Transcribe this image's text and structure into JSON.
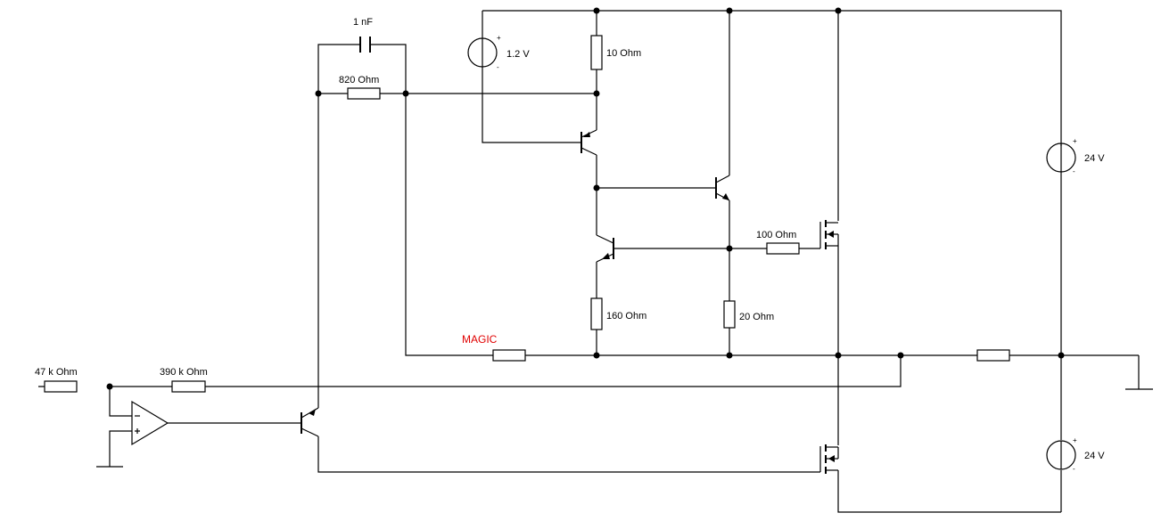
{
  "labels": {
    "cap_1nf": "1 nF",
    "r_820": "820  Ohm",
    "v_1v2": "1.2 V",
    "r_10": "10  Ohm",
    "v_24_top": "24 V",
    "r_100": "100  Ohm",
    "r_160": "160  Ohm",
    "r_20": "20  Ohm",
    "magic": "MAGIC",
    "r_47k": "47 k Ohm",
    "r_390k": "390 k Ohm",
    "v_24_bottom": "24 V"
  },
  "polarity": {
    "plus": "+",
    "minus": "-"
  },
  "colors": {
    "wire": "#000000",
    "magic": "#e00000",
    "background": "#ffffff"
  }
}
